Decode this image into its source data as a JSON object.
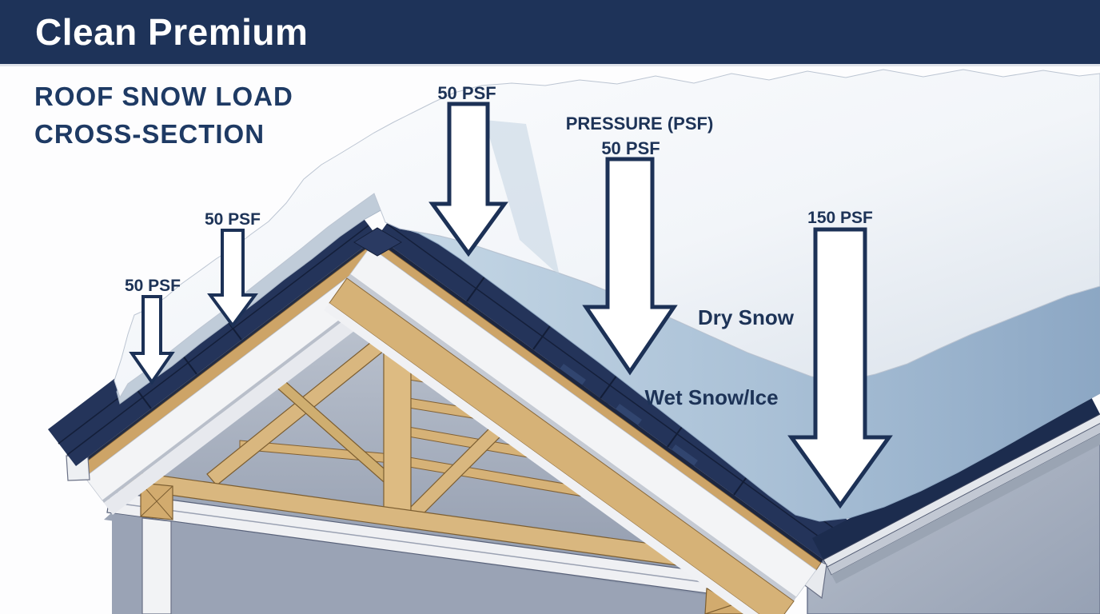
{
  "header": {
    "brand": "Clean Premium"
  },
  "title": {
    "line1": "ROOF SNOW LOAD",
    "line2": "CROSS-SECTION"
  },
  "diagram": {
    "pressure_heading": "PRESSURE (PSF)",
    "arrows": [
      {
        "id": "eave-left",
        "label": "50 PSF"
      },
      {
        "id": "mid-left",
        "label": "50 PSF"
      },
      {
        "id": "ridge",
        "label": "50 PSF"
      },
      {
        "id": "mid-right",
        "label": "50 PSF"
      },
      {
        "id": "eave-right",
        "label": "150 PSF"
      }
    ],
    "layers": [
      {
        "id": "dry-snow",
        "label": "Dry Snow"
      },
      {
        "id": "wet-snow-ice",
        "label": "Wet Snow/Ice"
      }
    ],
    "colors": {
      "banner": "#1e3359",
      "label_text": "#1d3357",
      "dry_snow": "#f4f7fa",
      "wet_snow": "#8fa9c4",
      "shingles": "#24345a",
      "wood": "#cda467",
      "rafter_wood": "#d6b277",
      "fascia": "#f3f4f6",
      "wall": "#9aa3b5"
    }
  }
}
